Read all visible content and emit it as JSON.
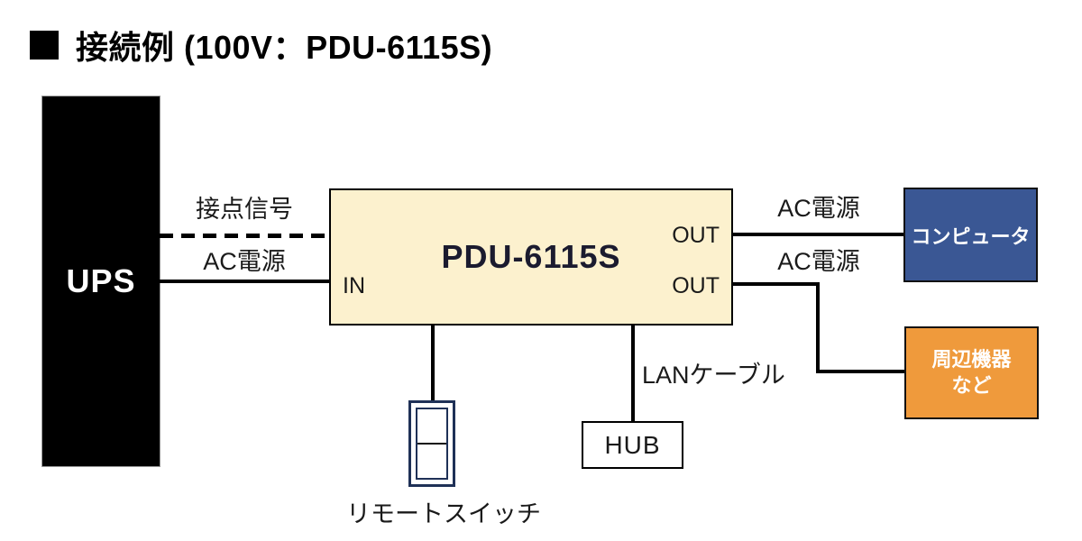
{
  "title": {
    "text": "接続例 (100V：PDU-6115S)"
  },
  "icons": {
    "title_bullet": "black-square-icon"
  },
  "colors": {
    "ups_fill": "#000000",
    "pdu_fill": "#FCF1CE",
    "computer_fill": "#3A5794",
    "peripheral_fill": "#EF9A3C",
    "switch_border": "#1F3157",
    "line": "#000000"
  },
  "nodes": {
    "ups": {
      "label": "UPS"
    },
    "pdu": {
      "label": "PDU-6115S",
      "in_label": "IN",
      "out1_label": "OUT",
      "out2_label": "OUT"
    },
    "computer": {
      "label": "コンピュータ"
    },
    "peripheral": {
      "line1": "周辺機器",
      "line2": "など"
    },
    "hub": {
      "label": "HUB"
    },
    "remote_switch": {
      "label": "リモートスイッチ"
    }
  },
  "edges": {
    "contact_signal": {
      "label": "接点信号",
      "style": "dashed"
    },
    "ac_in": {
      "label": "AC電源",
      "style": "solid"
    },
    "ac_out1": {
      "label": "AC電源",
      "style": "solid"
    },
    "ac_out2": {
      "label": "AC電源",
      "style": "solid"
    },
    "lan": {
      "label": "LANケーブル",
      "style": "solid"
    },
    "remote_switch_link": {
      "label": "",
      "style": "solid"
    }
  }
}
